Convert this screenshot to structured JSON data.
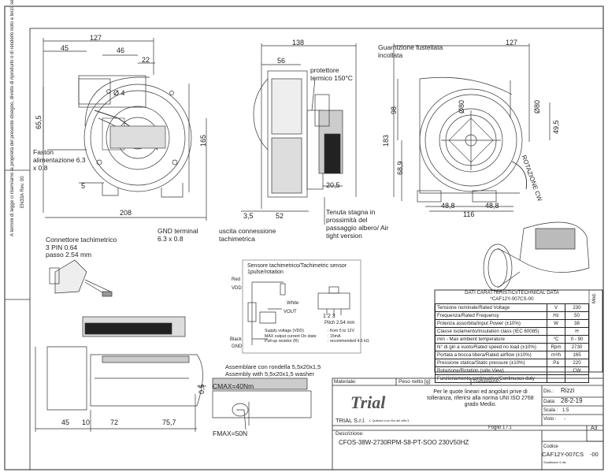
{
  "side_note": "A termini di legge ci riserviamo la proprietà del presente disegno, divieto di riprodurlo o di renderlo noto a terzi, senza nostra autorizzazione.",
  "side_code": "EN33A Rev. 00",
  "front_view": {
    "dim_127": "127",
    "dim_45": "45",
    "dim_46": "46",
    "dim_22": "22",
    "dim_d4": "Ø 4",
    "dim_65_5": "65,5",
    "dim_165": "165",
    "dim_5": "5",
    "dim_208": "208",
    "faston_label": "Faston alimentazione 6.3 x 0.8",
    "gnd_label": "GND terminal 6.3 x 0.8"
  },
  "side_view": {
    "dim_138": "138",
    "dim_56": "56",
    "dim_20_5": "20,5",
    "dim_3_5": "3,5",
    "dim_52": "52",
    "protector_label": "protettore termico 150°C",
    "cable_label": "uscita connessione tachimetrica",
    "seal_label": "Tenuta stagna in prossimità del passaggio albero/ Air tight version"
  },
  "rear_view": {
    "gasket_label": "Guarnizione fustellata incollata",
    "dim_127": "127",
    "dim_98": "98",
    "dim_d80a": "Ø80",
    "dim_d80b": "Ø80",
    "dim_49_5": "49,5",
    "dim_183": "183",
    "dim_68_9": "68,9",
    "dim_48_8a": "48,8",
    "dim_48_8b": "48,8",
    "dim_116": "116",
    "rotation_label": "ROTAZIONE CW"
  },
  "connector": {
    "title": "Connettore tachimetrico",
    "pins": "3 PIN 0.64",
    "pitch": "passo 2.54 mm"
  },
  "sensor": {
    "title": "Sensore tachimetrico/Tachimetric sensor",
    "subtitle": "1pulse/rotation",
    "red": "Red",
    "vdd": "VDD",
    "white": "White",
    "vout": "VOUT",
    "black": "Black",
    "gnd": "GND",
    "pins": "1  2  3",
    "pitch": "Pitch 2.54 mm",
    "spec_lines": [
      {
        "name": "Supply voltage (VDD)",
        "value": ": from 5 to 12V"
      },
      {
        "name": "MAX output current On state",
        "value": ": 15mA"
      },
      {
        "name": "Pull-up resistor (R)",
        "value": ": recommended 4.5 kΩ"
      }
    ]
  },
  "washer": {
    "line1": "Assemblare con rondella 5,5x20x1,5",
    "line2": "Assembly with 5,5x20x1,5 washer",
    "cmax": "CMAX=40Nm",
    "fmax": "FMAX=50N"
  },
  "bottom_dims": {
    "d45": "45",
    "d10": "10",
    "d72": "72",
    "d75_7": "75,7",
    "d0_5": "0,5"
  },
  "tech_table": {
    "title": "DATI CARATTERISTICI/TECHNICAL DATA",
    "code": "*CAF12Y-007CS-00",
    "mod": "Mod.",
    "rows": [
      {
        "label": "Tensione nominale/Rated Voltage",
        "unit": "V",
        "value": "230"
      },
      {
        "label": "Frequenza/Rated Frequency",
        "unit": "Hz",
        "value": "50"
      },
      {
        "label": "Potenza assorbita/Input Power (±10%)",
        "unit": "W",
        "value": "38"
      },
      {
        "label": "Classe isolamento/Insulation class (IEC 60085)",
        "unit": "",
        "value": "H"
      },
      {
        "label": "min - Max ambient temperature",
        "unit": "°C",
        "value": "0 - 90"
      },
      {
        "label": "N° di giri a vuoto/Rated speed no load (±10%)",
        "unit": "Rpm",
        "value": "2730"
      },
      {
        "label": "Portata a bocca libera/Rated airflow (±10%)",
        "unit": "m³/h",
        "value": "165"
      },
      {
        "label": "Pressione statica/Static pressure (±10%)",
        "unit": "Pa",
        "value": "220"
      },
      {
        "label": "Rotazione/Rotation (side View)",
        "unit": "",
        "value": "CW"
      },
      {
        "label": "Funzionamento continuativo/Continuous duty",
        "unit": "",
        "value": ""
      }
    ]
  },
  "title_block": {
    "material_label": "Materiale:",
    "weight_label": "Peso netto [g]:",
    "treatment_label": "Trattamento:",
    "tolerance_note": "Per le quote lineari ed angolari prive di tolleranza, riferirsi alla norma UNI ISO 2768 grado Medio.",
    "logo": "Trial",
    "company": "TRIAL S.r.l.",
    "company_addr": "1, Quitoria v.ca Via del villa 3",
    "dis_label": "Dis.:",
    "dis_value": "Rizzi",
    "date_label": "Data:",
    "date_value": "28-2-19",
    "scale_label": "Scala :",
    "scale_value": "1:5",
    "visto_label": "Visto :",
    "visto_value": "-",
    "sheet_label": "Foglio 1 / 1",
    "format": "A3",
    "description_label": "Descrizione:",
    "description": "CFOS-38W-2730RPM-S8-PT-SOO      230V50HZ",
    "code_label": "Codice",
    "code": "CAF12Y-007CS",
    "revision": "-00",
    "footer": "Sostituisce il dis."
  }
}
